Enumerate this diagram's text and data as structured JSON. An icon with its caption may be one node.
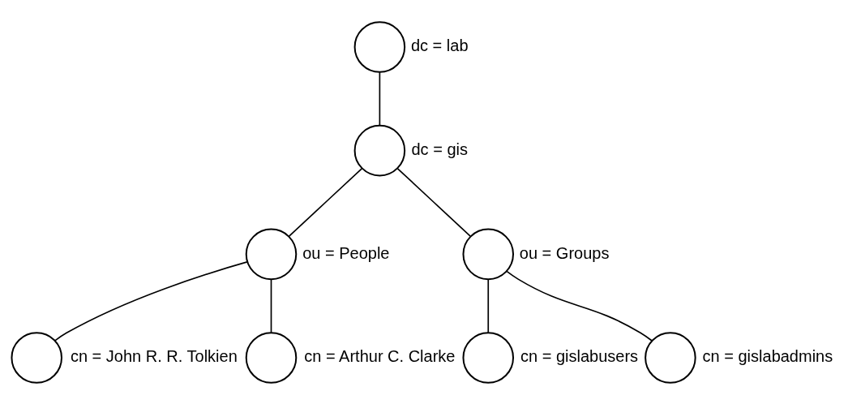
{
  "diagram": {
    "nodes": [
      {
        "text": [],
        "shape": "circle",
        "beside": [
          "dc = lab"
        ]
      },
      {
        "text": [],
        "shape": "circle",
        "beside": [
          "dc = gis"
        ]
      },
      {
        "text": [],
        "shape": "circle",
        "beside": [
          "ou = People"
        ]
      },
      {
        "text": [],
        "shape": "circle",
        "beside": [
          "ou = Groups"
        ]
      },
      {
        "text": [],
        "shape": "circle",
        "beside": [
          "cn = John R. R. Tolkien"
        ]
      },
      {
        "text": [],
        "shape": "circle",
        "beside": [
          "cn = Arthur C. Clarke"
        ]
      },
      {
        "text": [],
        "shape": "circle",
        "beside": [
          "cn = gislabusers"
        ]
      },
      {
        "text": [],
        "shape": "circle",
        "beside": [
          "cn = gislabadmins"
        ]
      }
    ],
    "edges": [
      {
        "from": 0,
        "to": 1,
        "arrow": "none"
      },
      {
        "from": 1,
        "to": 2,
        "arrow": "none"
      },
      {
        "from": 1,
        "to": 3,
        "arrow": "none"
      },
      {
        "from": 2,
        "to": 4,
        "arrow": "none"
      },
      {
        "from": 2,
        "to": 5,
        "arrow": "none"
      },
      {
        "from": 3,
        "to": 6,
        "arrow": "none"
      },
      {
        "from": 3,
        "to": 7,
        "arrow": "none"
      }
    ]
  }
}
